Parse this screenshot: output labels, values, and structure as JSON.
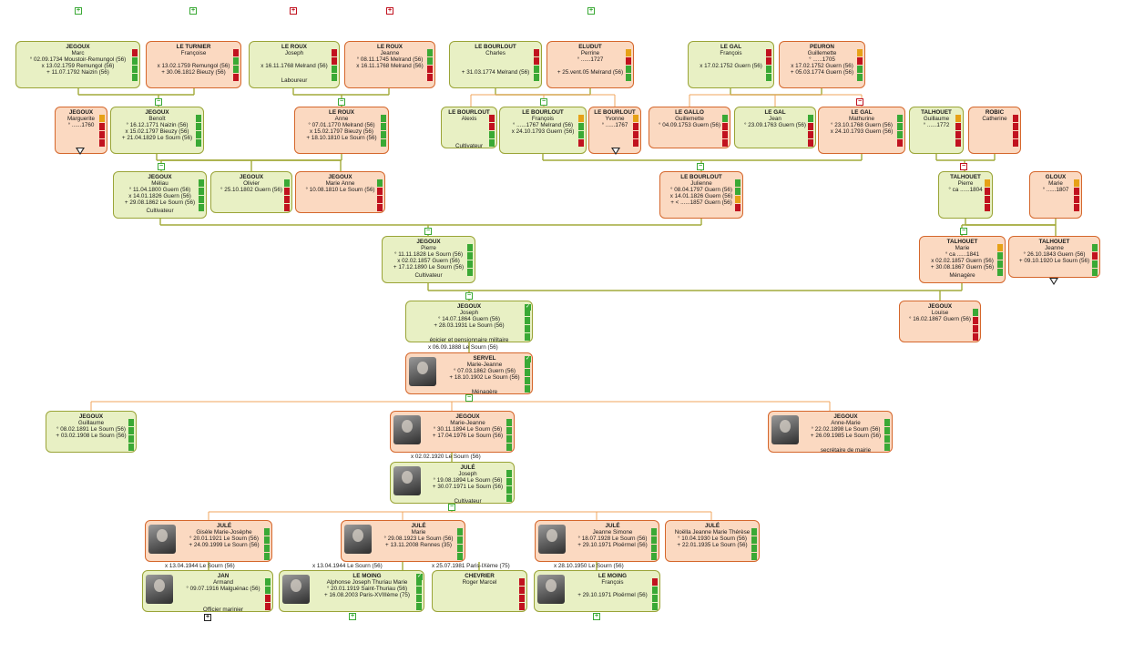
{
  "persons": [
    {
      "id": "p1",
      "sex": "m",
      "nm": "JEGOUX",
      "fn": "Marc",
      "ln": [
        "° 02.09.1734 Moustoir-Remungol (56)",
        "x 13.02.1759 Remungol (56)",
        "+ 11.07.1792 Naizin (56)"
      ],
      "oc": "",
      "bars": [
        "r",
        "g",
        "g",
        "g"
      ]
    },
    {
      "id": "p2",
      "sex": "f",
      "nm": "LE TURNIER",
      "fn": "Françoise",
      "ln": [
        "",
        "x 13.02.1759 Remungol (56)",
        "+ 30.06.1812 Bieuzy (56)"
      ],
      "oc": "",
      "bars": [
        "r",
        "g",
        "g",
        "r"
      ]
    },
    {
      "id": "p3",
      "sex": "m",
      "nm": "LE ROUX",
      "fn": "Joseph",
      "ln": [
        "",
        "x 16.11.1768 Melrand (56)",
        ""
      ],
      "oc": "Laboureur",
      "bars": [
        "r",
        "r",
        "g",
        "g"
      ]
    },
    {
      "id": "p4",
      "sex": "f",
      "nm": "LE ROUX",
      "fn": "Jeanne",
      "ln": [
        "° 08.11.1745 Melrand (56)",
        "x 16.11.1768 Melrand (56)",
        ""
      ],
      "oc": "",
      "bars": [
        "g",
        "g",
        "r",
        "r"
      ]
    },
    {
      "id": "p5",
      "sex": "m",
      "nm": "LE BOURLOUT",
      "fn": "Charles",
      "ln": [
        "",
        "",
        "+ 31.03.1774 Melrand (56)"
      ],
      "oc": "",
      "bars": [
        "r",
        "r",
        "g",
        "g"
      ]
    },
    {
      "id": "p6",
      "sex": "f",
      "nm": "ELUDUT",
      "fn": "Perrine",
      "ln": [
        "° ......1727",
        "",
        "+ 25.vent.05 Melrand (56)"
      ],
      "oc": "",
      "bars": [
        "o",
        "r",
        "g",
        "g"
      ]
    },
    {
      "id": "p7",
      "sex": "m",
      "nm": "LE GAL",
      "fn": "François",
      "ln": [
        "",
        "x 17.02.1752 Guern (56)",
        ""
      ],
      "oc": "",
      "bars": [
        "r",
        "r",
        "g",
        "g"
      ]
    },
    {
      "id": "p8",
      "sex": "f",
      "nm": "PEURON",
      "fn": "Guillemette",
      "ln": [
        "° ......1705",
        "x 17.02.1752 Guern (56)",
        "+ 05.03.1774 Guern (56)"
      ],
      "oc": "",
      "bars": [
        "o",
        "r",
        "g",
        "g"
      ]
    },
    {
      "id": "p9",
      "sex": "f",
      "nm": "JEGOUX",
      "fn": "Marguerite",
      "ln": [
        "° ......1760",
        "",
        ""
      ],
      "oc": "",
      "bars": [
        "o",
        "r",
        "r",
        "r"
      ]
    },
    {
      "id": "p10",
      "sex": "m",
      "nm": "JEGOUX",
      "fn": "Benoît",
      "ln": [
        "° 16.12.1771 Naizin (56)",
        "x 15.02.1797 Bieuzy (56)",
        "+ 21.04.1829 Le Sourn (56)"
      ],
      "oc": "",
      "bars": [
        "g",
        "g",
        "g",
        "g"
      ]
    },
    {
      "id": "p11",
      "sex": "f",
      "nm": "LE ROUX",
      "fn": "Anne",
      "ln": [
        "° 07.01.1770 Melrand (56)",
        "x 15.02.1797 Bieuzy (56)",
        "+ 18.10.1810 Le Sourn (56)"
      ],
      "oc": "",
      "bars": [
        "g",
        "g",
        "g",
        "g"
      ]
    },
    {
      "id": "p12",
      "sex": "m",
      "nm": "LE BOURLOUT",
      "fn": "Alexis",
      "ln": [
        "",
        "",
        ""
      ],
      "oc": "Cultivateur",
      "bars": [
        "r",
        "r",
        "g",
        "g"
      ]
    },
    {
      "id": "p13",
      "sex": "m",
      "nm": "LE BOURLOUT",
      "fn": "François",
      "ln": [
        "° ......1767 Melrand (56)",
        "x 24.10.1793 Guern (56)",
        ""
      ],
      "oc": "",
      "bars": [
        "o",
        "g",
        "g",
        "r"
      ]
    },
    {
      "id": "p14",
      "sex": "f",
      "nm": "LE BOURLOUT",
      "fn": "Yvonne",
      "ln": [
        "° ......1767",
        "",
        ""
      ],
      "oc": "",
      "bars": [
        "o",
        "r",
        "r",
        "r"
      ]
    },
    {
      "id": "p15",
      "sex": "f",
      "nm": "LE GALLO",
      "fn": "Guillemette",
      "ln": [
        "° 04.09.1753 Guern (56)",
        "",
        ""
      ],
      "oc": "",
      "bars": [
        "g",
        "r",
        "r",
        "r"
      ]
    },
    {
      "id": "p16",
      "sex": "m",
      "nm": "LE GAL",
      "fn": "Jean",
      "ln": [
        "° 23.09.1763 Guern (56)",
        "",
        ""
      ],
      "oc": "",
      "bars": [
        "g",
        "r",
        "r",
        "r"
      ]
    },
    {
      "id": "p17",
      "sex": "f",
      "nm": "LE GAL",
      "fn": "Mathurine",
      "ln": [
        "° 23.10.1768 Guern (56)",
        "x 24.10.1793 Guern (56)",
        ""
      ],
      "oc": "",
      "bars": [
        "g",
        "g",
        "g",
        "r"
      ]
    },
    {
      "id": "p18",
      "sex": "m",
      "nm": "TALHOUET",
      "fn": "Guillaume",
      "ln": [
        "° ......1772",
        "",
        ""
      ],
      "oc": "",
      "bars": [
        "o",
        "r",
        "r",
        "r"
      ]
    },
    {
      "id": "p19",
      "sex": "f",
      "nm": "ROBIC",
      "fn": "Catherine",
      "ln": [
        "",
        "",
        ""
      ],
      "oc": "",
      "bars": [
        "r",
        "r",
        "r",
        "r"
      ]
    },
    {
      "id": "p20",
      "sex": "m",
      "nm": "JEGOUX",
      "fn": "Méliau",
      "ln": [
        "° 11.04.1800 Guern (56)",
        "x 14.01.1826 Guern (56)",
        "+ 29.08.1862 Le Sourn (56)"
      ],
      "oc": "Cultivateur",
      "bars": [
        "g",
        "g",
        "g",
        "g"
      ]
    },
    {
      "id": "p21",
      "sex": "m",
      "nm": "JEGOUX",
      "fn": "Olivier",
      "ln": [
        "° 25.10.1802 Guern (56)",
        "",
        ""
      ],
      "oc": "",
      "bars": [
        "g",
        "r",
        "r",
        "r"
      ]
    },
    {
      "id": "p22",
      "sex": "f",
      "nm": "JEGOUX",
      "fn": "Marie Anne",
      "ln": [
        "° 10.08.1810 Le Sourn (56)",
        "",
        ""
      ],
      "oc": "",
      "bars": [
        "g",
        "r",
        "r",
        "r"
      ]
    },
    {
      "id": "p23",
      "sex": "f",
      "nm": "LE BOURLOUT",
      "fn": "Julienne",
      "ln": [
        "° 08.04.1797 Guern (56)",
        "x 14.01.1826 Guern (56)",
        "+ < ......1857 Guern (56)"
      ],
      "oc": "",
      "bars": [
        "g",
        "g",
        "o",
        "r"
      ]
    },
    {
      "id": "p24",
      "sex": "m",
      "nm": "TALHOUET",
      "fn": "Pierre",
      "ln": [
        "° ca ......1804",
        "",
        ""
      ],
      "oc": "",
      "bars": [
        "o",
        "r",
        "r",
        "r"
      ]
    },
    {
      "id": "p25",
      "sex": "f",
      "nm": "GLOUX",
      "fn": "Marie",
      "ln": [
        "° ......1807",
        "",
        ""
      ],
      "oc": "",
      "bars": [
        "o",
        "r",
        "r",
        "r"
      ]
    },
    {
      "id": "p26",
      "sex": "m",
      "nm": "JEGOUX",
      "fn": "Pierre",
      "ln": [
        "° 11.11.1828 Le Sourn (56)",
        "x 02.02.1857 Guern (56)",
        "+ 17.12.1890 Le Sourn (56)"
      ],
      "oc": "Cultivateur",
      "bars": [
        "g",
        "g",
        "g",
        "g"
      ]
    },
    {
      "id": "p27",
      "sex": "f",
      "nm": "TALHOUET",
      "fn": "Marie",
      "ln": [
        "° ca ......1841",
        "x 02.02.1857 Guern (56)",
        "+ 30.08.1867 Guern (56)"
      ],
      "oc": "Ménagère",
      "bars": [
        "o",
        "g",
        "g",
        "g"
      ]
    },
    {
      "id": "p28",
      "sex": "f",
      "nm": "TALHOUET",
      "fn": "Jeanne",
      "ln": [
        "° 26.10.1843 Guern (56)",
        "+ 09.10.1920 Le Sourn (56)",
        ""
      ],
      "oc": "",
      "bars": [
        "g",
        "r",
        "g",
        "g"
      ]
    },
    {
      "id": "p29",
      "sex": "m",
      "nm": "JEGOUX",
      "fn": "Joseph",
      "ln": [
        "° 14.07.1864 Guern (56)",
        "+ 28.03.1931 Le Sourn (56)",
        ""
      ],
      "oc": "épicier et pensionnaire militaire",
      "bars": [
        "g",
        "g",
        "g",
        "g"
      ],
      "check": true
    },
    {
      "id": "p30",
      "sex": "f",
      "nm": "JEGOUX",
      "fn": "Louise",
      "ln": [
        "° 16.02.1867 Guern (56)",
        "",
        ""
      ],
      "oc": "",
      "bars": [
        "g",
        "r",
        "r",
        "r"
      ]
    },
    {
      "id": "p31",
      "sex": "f",
      "nm": "SERVEL",
      "fn": "Marie-Jeanne",
      "ln": [
        "° 07.03.1862 Guern (56)",
        "+ 18.10.1902 Le Sourn (56)",
        ""
      ],
      "oc": "Ménagère",
      "bars": [
        "g",
        "g",
        "g",
        "g"
      ],
      "photo": true,
      "check": true
    },
    {
      "id": "p32",
      "sex": "m",
      "nm": "JEGOUX",
      "fn": "Guillaume",
      "ln": [
        "° 08.02.1891 Le Sourn (56)",
        "+ 03.02.1908 Le Sourn (56)",
        ""
      ],
      "oc": "",
      "bars": [
        "g",
        "g",
        "g",
        "g"
      ]
    },
    {
      "id": "p33",
      "sex": "f",
      "nm": "JEGOUX",
      "fn": "Marie-Jeanne",
      "ln": [
        "° 30.11.1894 Le Sourn (56)",
        "+ 17.04.1976 Le Sourn (56)",
        ""
      ],
      "oc": "",
      "bars": [
        "g",
        "g",
        "g",
        "g"
      ],
      "photo": true
    },
    {
      "id": "p34",
      "sex": "f",
      "nm": "JEGOUX",
      "fn": "Anne-Marie",
      "ln": [
        "° 22.02.1898 Le Sourn (56)",
        "+ 26.09.1985 Le Sourn (56)",
        ""
      ],
      "oc": "secrétaire de mairie",
      "bars": [
        "g",
        "g",
        "g",
        "g"
      ],
      "photo": true
    },
    {
      "id": "p35",
      "sex": "m",
      "nm": "JULÉ",
      "fn": "Joseph",
      "ln": [
        "° 19.08.1894 Le Sourn (56)",
        "+ 30.07.1971 Le Sourn (56)",
        ""
      ],
      "oc": "Cultivateur",
      "bars": [
        "g",
        "g",
        "g",
        "g"
      ],
      "photo": true
    },
    {
      "id": "p36",
      "sex": "f",
      "nm": "JULÉ",
      "fn": "Gisèle Marie-Josèphe",
      "ln": [
        "° 20.01.1921 Le Sourn (56)",
        "+ 24.09.1999 Le Sourn (56)",
        ""
      ],
      "oc": "",
      "bars": [
        "g",
        "g",
        "g",
        "g"
      ],
      "photo": true
    },
    {
      "id": "p37",
      "sex": "f",
      "nm": "JULÉ",
      "fn": "Marie",
      "ln": [
        "° 29.08.1923 Le Sourn (56)",
        "+ 13.11.2008 Rennes (35)",
        ""
      ],
      "oc": "",
      "bars": [
        "g",
        "g",
        "g",
        "g"
      ],
      "photo": true
    },
    {
      "id": "p38",
      "sex": "f",
      "nm": "JULÉ",
      "fn": "Jeanne Simone",
      "ln": [
        "° 18.07.1928 Le Sourn (56)",
        "+ 29.10.1971 Ploërmel (56)",
        ""
      ],
      "oc": "",
      "bars": [
        "g",
        "g",
        "g",
        "g"
      ],
      "photo": true
    },
    {
      "id": "p39",
      "sex": "f",
      "nm": "JULÉ",
      "fn": "Noëlla Jeanne Marie Thérèse",
      "ln": [
        "° 10.04.1930 Le Sourn (56)",
        "+ 22.01.1935 Le Sourn (56)",
        ""
      ],
      "oc": "",
      "bars": [
        "g",
        "g",
        "g",
        "g"
      ]
    },
    {
      "id": "p40",
      "sex": "m",
      "nm": "JAN",
      "fn": "Armand",
      "ln": [
        "° 09.07.1916 Malguénac (56)",
        "",
        ""
      ],
      "oc": "Officier marinier",
      "bars": [
        "g",
        "g",
        "r",
        "r"
      ],
      "photo": true
    },
    {
      "id": "p41",
      "sex": "m",
      "nm": "LE MOING",
      "fn": "Alphonse Joseph Thuriau Marie",
      "ln": [
        "° 20.01.1919 Saint-Thuriau (56)",
        "+ 16.08.2003 Paris-XVIIIème (75)",
        ""
      ],
      "oc": "",
      "bars": [
        "g",
        "g",
        "g",
        "g"
      ],
      "photo": true,
      "check": true
    },
    {
      "id": "p42",
      "sex": "m",
      "nm": "CHEVRIER",
      "fn": "Roger Marcel",
      "ln": [
        "",
        "",
        ""
      ],
      "oc": "",
      "bars": [
        "r",
        "r",
        "r",
        "r"
      ]
    },
    {
      "id": "p43",
      "sex": "m",
      "nm": "LE MOING",
      "fn": "François",
      "ln": [
        "",
        "+ 29.10.1971 Ploërmel (56)",
        ""
      ],
      "oc": "",
      "bars": [
        "r",
        "g",
        "g",
        "g"
      ],
      "photo": true
    }
  ],
  "marriages": [
    {
      "id": "m1",
      "text": "x 06.09.1888 Le Sourn (56)"
    },
    {
      "id": "m2",
      "text": "x 02.02.1920 Le Sourn (56)"
    },
    {
      "id": "m3",
      "text": "x 13.04.1944 Le Sourn (56)"
    },
    {
      "id": "m4",
      "text": "x 13.04.1944 Le Sourn (56)"
    },
    {
      "id": "m5",
      "text": "x 25.07.1981 Paris-IXème (75)"
    },
    {
      "id": "m6",
      "text": "x 28.10.1950 Le Sourn (56)"
    }
  ],
  "toggles": [
    {
      "id": "t1",
      "sym": "+"
    },
    {
      "id": "t2",
      "sym": "+"
    },
    {
      "id": "t3",
      "sym": "+"
    },
    {
      "id": "t4",
      "sym": "+"
    },
    {
      "id": "t5",
      "sym": "+"
    },
    {
      "id": "t6",
      "sym": "−"
    },
    {
      "id": "t7",
      "sym": "−"
    },
    {
      "id": "t8",
      "sym": "−"
    },
    {
      "id": "t9",
      "sym": "−"
    },
    {
      "id": "t10",
      "sym": "−"
    },
    {
      "id": "t11",
      "sym": "−"
    },
    {
      "id": "t12",
      "sym": "−"
    },
    {
      "id": "t13",
      "sym": "−"
    },
    {
      "id": "t14",
      "sym": "−"
    },
    {
      "id": "t15",
      "sym": "−"
    },
    {
      "id": "t16",
      "sym": "−"
    },
    {
      "id": "t17",
      "sym": "−"
    },
    {
      "id": "t18",
      "sym": "−"
    },
    {
      "id": "t19",
      "sym": "−"
    },
    {
      "id": "t20",
      "sym": "+"
    },
    {
      "id": "t21",
      "sym": "+"
    },
    {
      "id": "t22",
      "sym": "+"
    }
  ],
  "colors": {
    "male_bg": "#e8f0c4",
    "male_border": "#9aa437",
    "female_bg": "#fbd9c1",
    "female_border": "#d5672c",
    "line_green": "#a2aa3a",
    "line_orange": "#f0a45c",
    "status_green": "#3aa935",
    "status_orange": "#e6a117",
    "status_red": "#c1121f"
  }
}
